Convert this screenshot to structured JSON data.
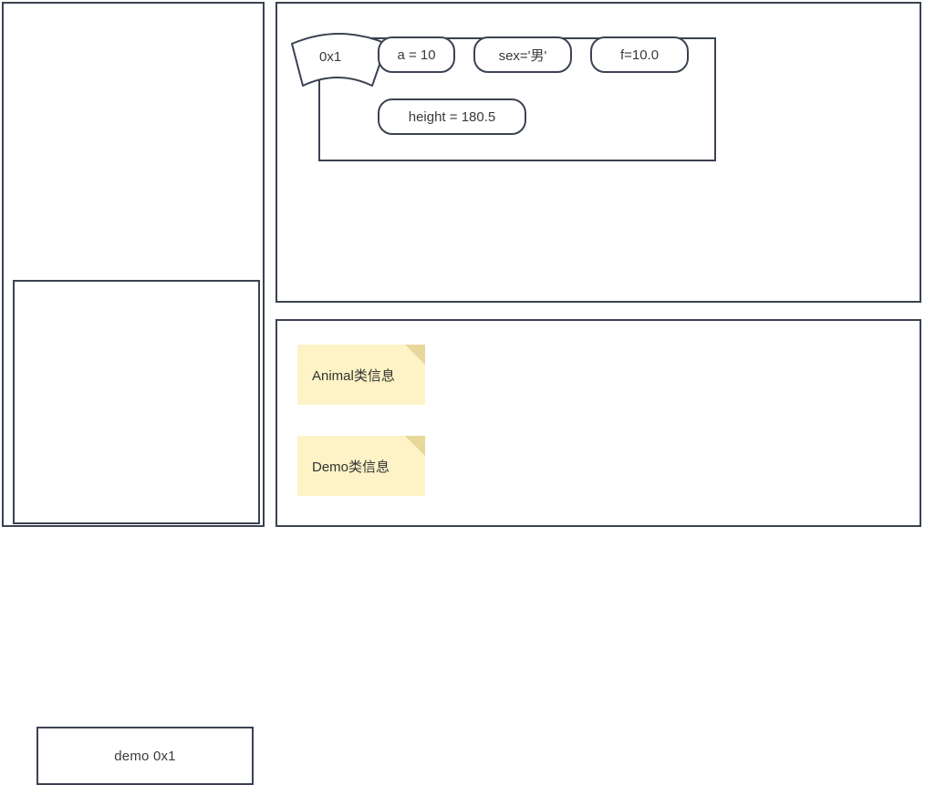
{
  "left_panel": {
    "inner_box": {
      "demo_box_label": "demo 0x1"
    }
  },
  "object_panel": {
    "object_id": "0x1",
    "attributes": [
      {
        "label": "a = 10"
      },
      {
        "label": "sex='男'"
      },
      {
        "label": "f=10.0"
      },
      {
        "label": "height = 180.5"
      }
    ]
  },
  "notes_panel": {
    "notes": [
      {
        "label": "Animal类信息"
      },
      {
        "label": "Demo类信息"
      }
    ]
  },
  "colors": {
    "border": "#3b4252",
    "text": "#3a3a3a",
    "note_background": "#fdf3c6",
    "note_fold": "#e8d79a",
    "canvas": "#ffffff"
  }
}
